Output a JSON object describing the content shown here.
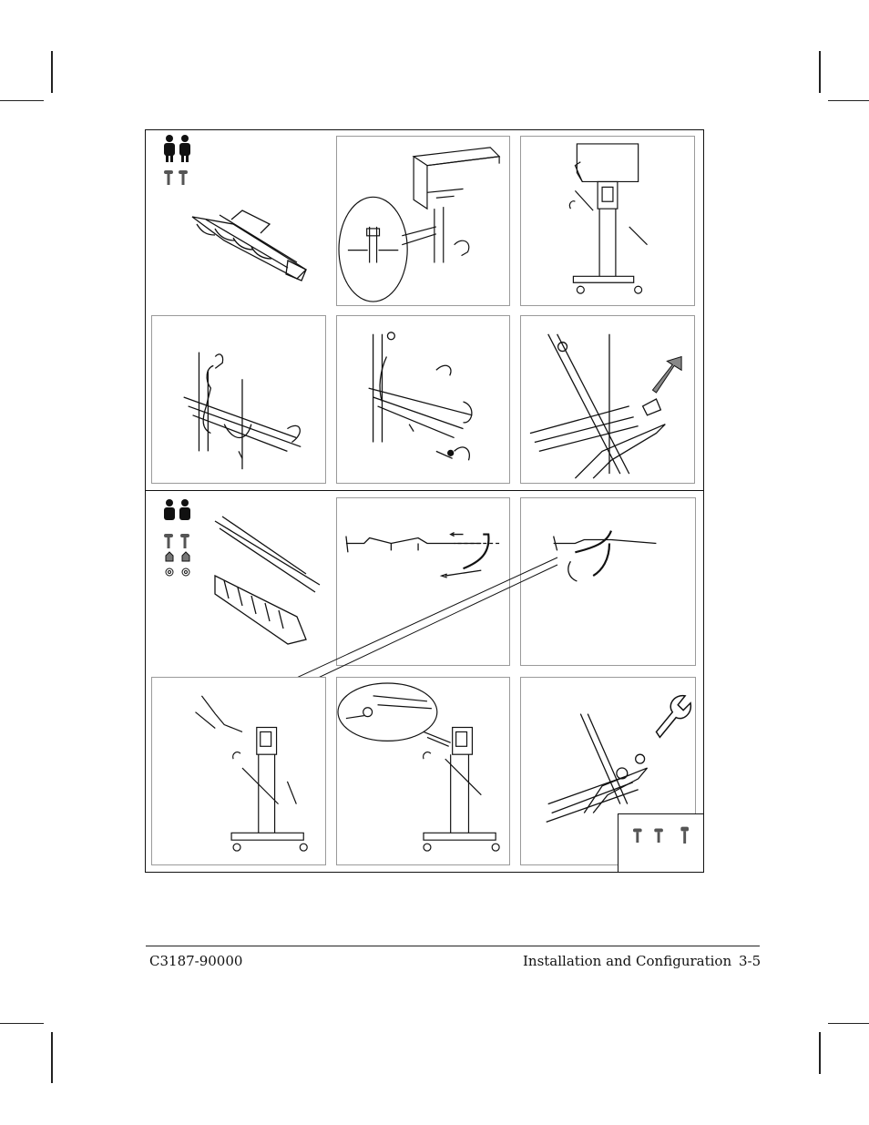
{
  "footer": {
    "doc_number": "C3187-90000",
    "section_title": "Installation and Configuration",
    "page_number": "3-5"
  },
  "figure": {
    "icons": [
      "two-people-icon",
      "screw-icon",
      "nut-icon",
      "washer-icon",
      "wrench-icon",
      "arrow-icon"
    ]
  },
  "colors": {
    "ink": "#111111",
    "frame": "#9a9a9a",
    "paper": "#ffffff"
  }
}
